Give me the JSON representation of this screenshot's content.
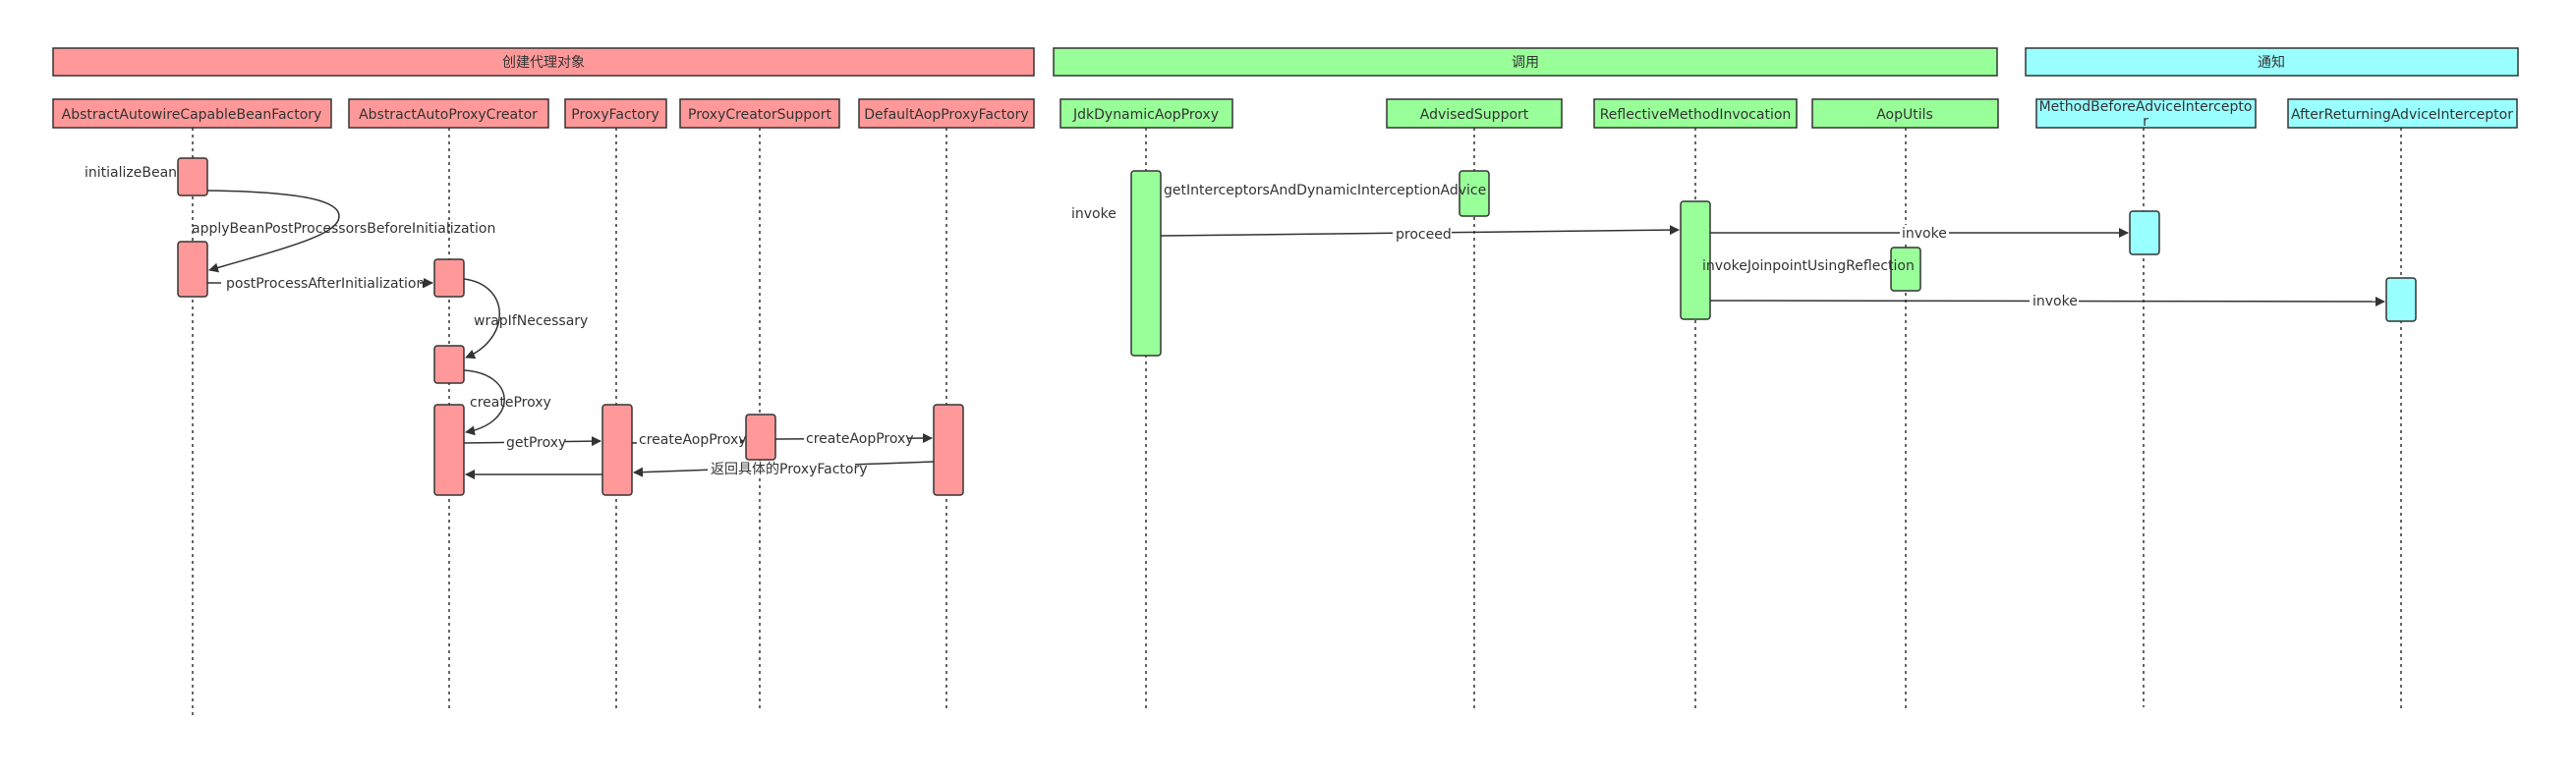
{
  "colors": {
    "red_fill": "#FF9999",
    "green_fill": "#99FF99",
    "cyan_fill": "#99FFFF",
    "stroke": "#333333",
    "text": "#333333"
  },
  "groups": [
    {
      "label": "创建代理对象",
      "color": "red"
    },
    {
      "label": "调用",
      "color": "green"
    },
    {
      "label": "通知",
      "color": "cyan"
    }
  ],
  "lifelines": [
    {
      "label": "AbstractAutowireCapableBeanFactory",
      "color": "red"
    },
    {
      "label": "AbstractAutoProxyCreator",
      "color": "red"
    },
    {
      "label": "ProxyFactory",
      "color": "red"
    },
    {
      "label": "ProxyCreatorSupport",
      "color": "red"
    },
    {
      "label": "DefaultAopProxyFactory",
      "color": "red"
    },
    {
      "label": "JdkDynamicAopProxy",
      "color": "green"
    },
    {
      "label": "AdvisedSupport",
      "color": "green"
    },
    {
      "label": "ReflectiveMethodInvocation",
      "color": "green"
    },
    {
      "label": "AopUtils",
      "color": "green"
    },
    {
      "label": "MethodBeforeAdviceIntercepto",
      "label2": "r",
      "color": "cyan"
    },
    {
      "label": "AfterReturningAdviceInterceptor",
      "color": "cyan"
    }
  ],
  "side_labels": {
    "initialize_bean": "initializeBean",
    "invoke": "invoke"
  },
  "messages": {
    "apply_bean_post_processors": "applyBeanPostProcessorsBeforeInitialization",
    "post_process_after_init": "postProcessAfterInitialization",
    "wrap_if_necessary": "wrapIfNecessary",
    "create_proxy": "createProxy",
    "get_proxy": "getProxy",
    "create_aop_proxy_1": "createAopProxy",
    "create_aop_proxy_2": "createAopProxy",
    "return_proxy_factory": "返回具体的ProxyFactory",
    "get_interceptors": "getInterceptorsAndDynamicInterceptionAdvice",
    "proceed": "proceed",
    "invoke_before": "invoke",
    "invoke_joinpoint": "invokeJoinpointUsingReflection",
    "invoke_after": "invoke"
  }
}
